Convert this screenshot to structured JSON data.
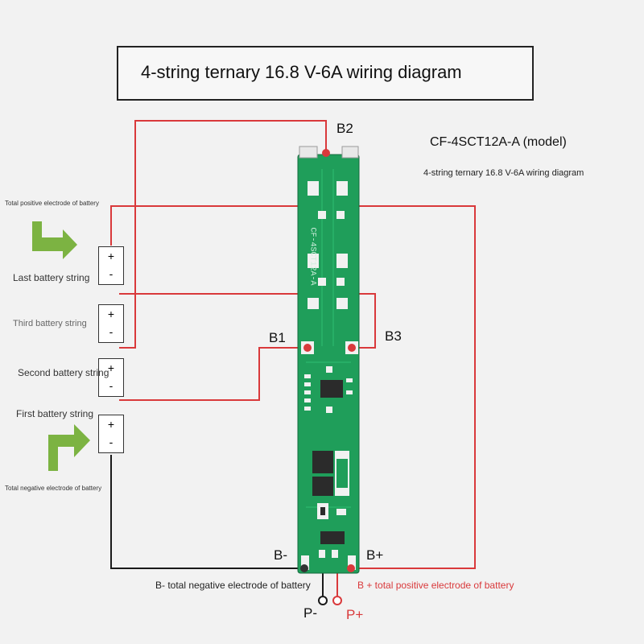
{
  "title": "4-string ternary 16.8 V-6A wiring diagram",
  "model": "CF-4SCT12A-A (model)",
  "subtitle": "4-string ternary 16.8 V-6A wiring diagram",
  "board_label": "CF-4SCT12A-A",
  "labels": {
    "b2": "B2",
    "b1": "B1",
    "b3": "B3",
    "b_minus": "B-",
    "b_plus": "B+",
    "p_minus": "P-",
    "p_plus": "P+",
    "total_positive": "Total positive electrode of battery",
    "total_negative": "Total negative electrode of battery",
    "last_string": "Last battery string",
    "third_string": "Third battery string",
    "second_string": "Second battery string",
    "first_string": "First battery string",
    "b_minus_note": "B- total negative electrode of battery",
    "b_plus_note": "B + total positive electrode of battery"
  },
  "cells": [
    {
      "plus": "+",
      "minus": "-"
    },
    {
      "plus": "+",
      "minus": "-"
    },
    {
      "plus": "+",
      "minus": "-"
    },
    {
      "plus": "+",
      "minus": "-"
    }
  ],
  "colors": {
    "wire_red": "#d9393b",
    "wire_black": "#1a1a1a",
    "pcb_green": "#1f9e5a",
    "arrow_green": "#7cb342"
  }
}
